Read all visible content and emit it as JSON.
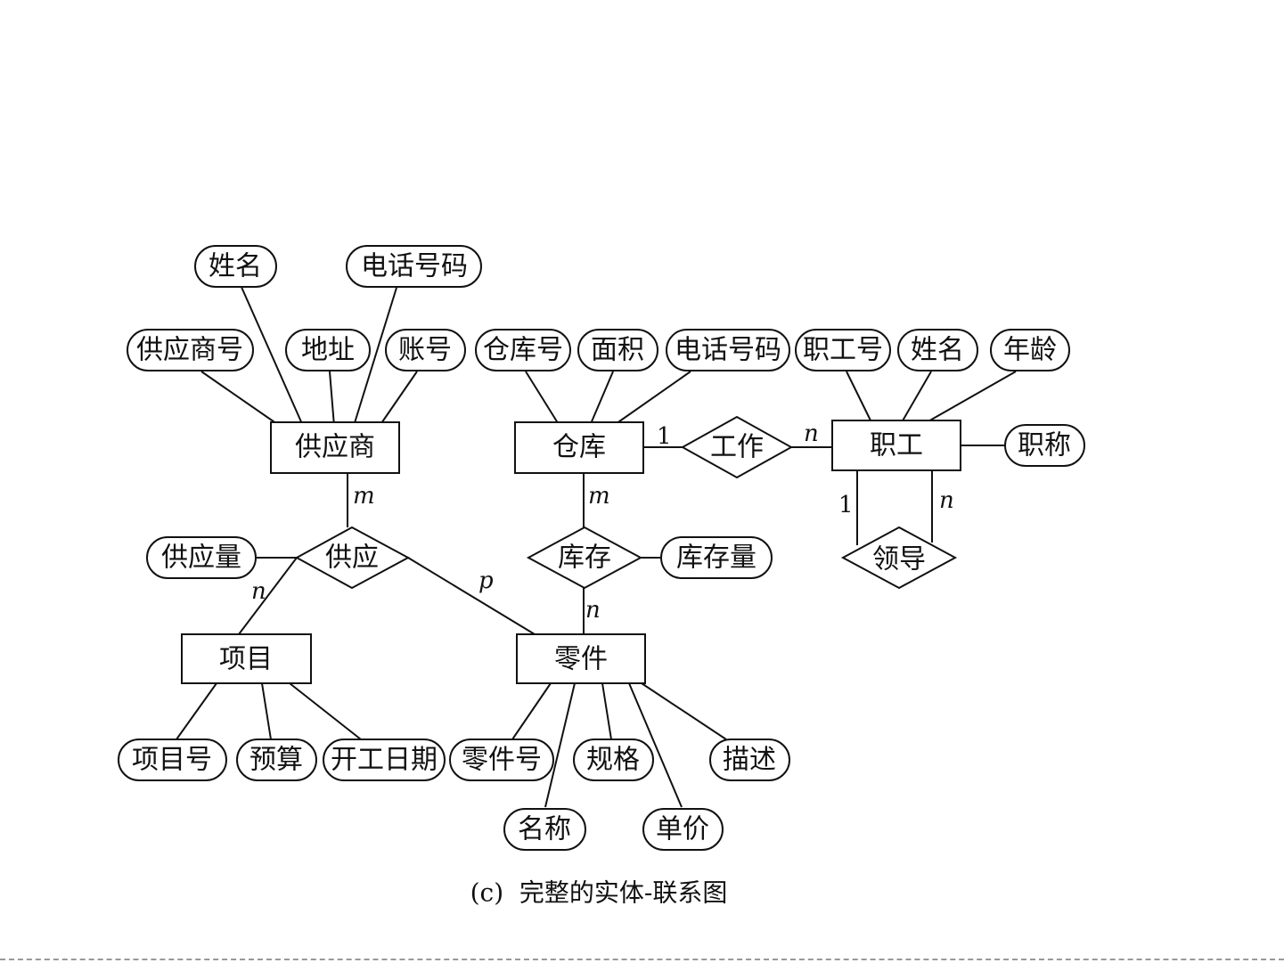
{
  "caption": "(c)  完整的实体-联系图",
  "entities": {
    "supplier": "供应商",
    "warehouse": "仓库",
    "employee": "职工",
    "project": "项目",
    "part": "零件"
  },
  "relationships": {
    "supply": "供应",
    "stock": "库存",
    "work": "工作",
    "lead": "领导"
  },
  "attributes": {
    "supplier_name": "姓名",
    "supplier_phone": "电话号码",
    "supplier_no": "供应商号",
    "supplier_address": "地址",
    "supplier_account": "账号",
    "warehouse_no": "仓库号",
    "warehouse_area": "面积",
    "warehouse_phone": "电话号码",
    "employee_no": "职工号",
    "employee_name": "姓名",
    "employee_age": "年龄",
    "employee_title": "职称",
    "supply_quantity": "供应量",
    "stock_quantity": "库存量",
    "project_no": "项目号",
    "project_budget": "预算",
    "project_start_date": "开工日期",
    "part_no": "零件号",
    "part_spec": "规格",
    "part_desc": "描述",
    "part_name": "名称",
    "part_price": "单价"
  },
  "cardinalities": {
    "supplier_supply": "m",
    "project_supply": "n",
    "part_supply": "p",
    "warehouse_stock": "m",
    "part_stock": "n",
    "warehouse_work": "1",
    "employee_work": "n",
    "lead_one": "1",
    "lead_many": "n"
  }
}
